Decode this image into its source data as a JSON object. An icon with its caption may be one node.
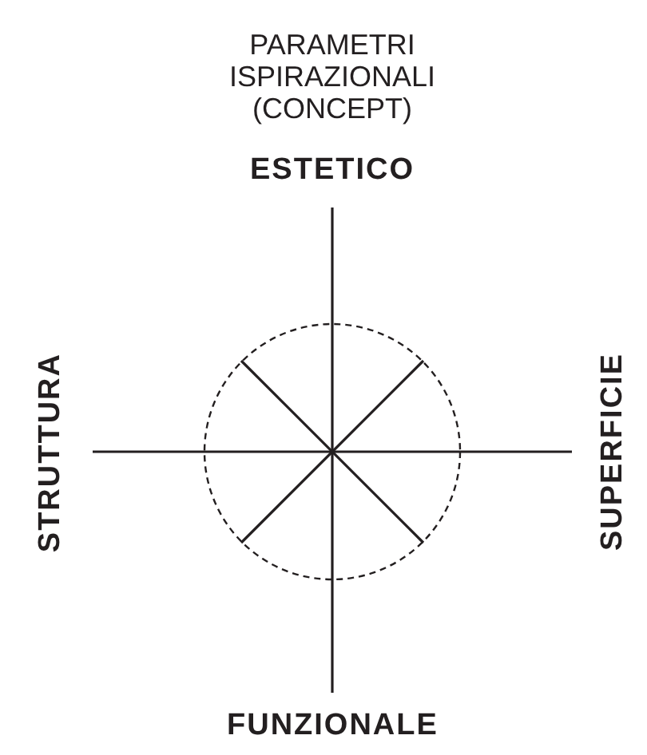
{
  "diagram": {
    "title": "PARAMETRI ISPIRAZIONALI (CONCEPT)",
    "labels": [
      "ESTETICO",
      "STRUTTURA",
      "SUPERFICIE",
      "FUNZIONALE"
    ]
  }
}
